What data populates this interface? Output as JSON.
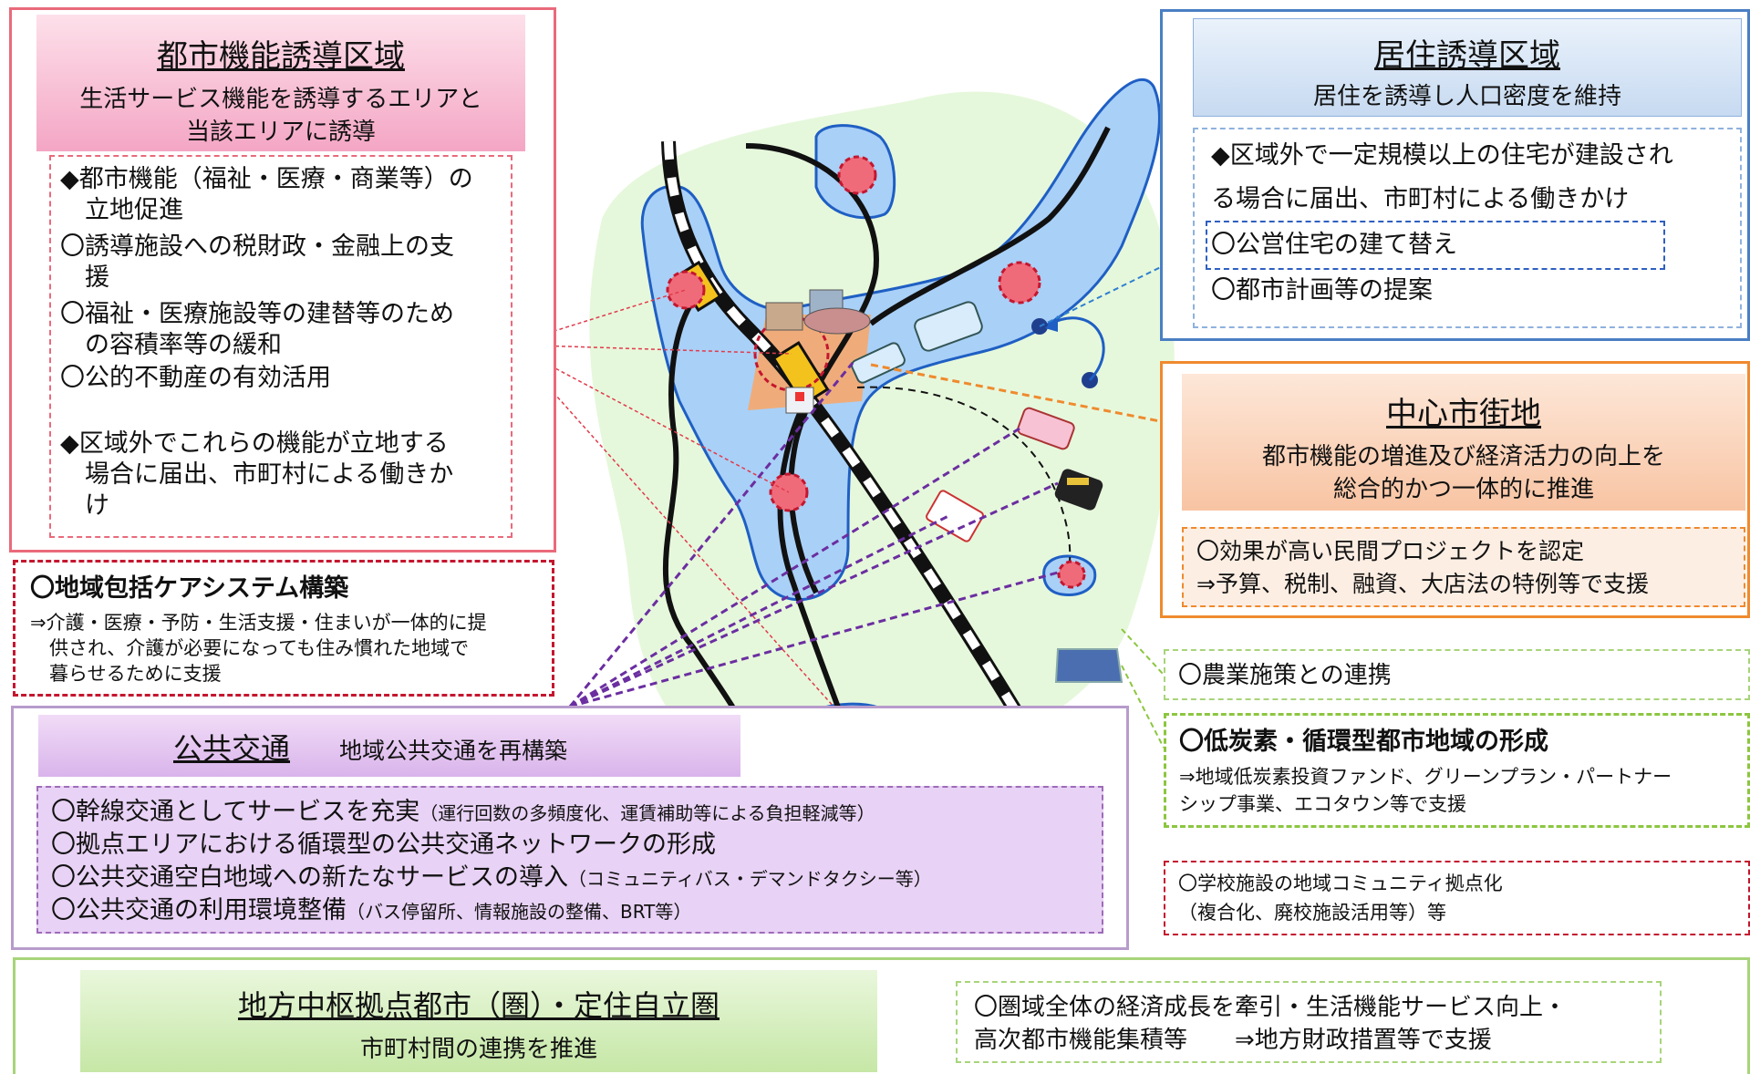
{
  "toshi": {
    "title": "都市機能誘導区域",
    "sub1": "生活サービス機能を誘導するエリアと",
    "sub2": "当該エリアに誘導",
    "items": [
      "◆都市機能（福祉・医療・商業等）の",
      "　立地促進",
      "〇誘導施設への税財政・金融上の支",
      "　援",
      "〇福祉・医療施設等の建替等のため",
      "　の容積率等の緩和",
      "〇公的不動産の有効活用",
      "◆区域外でこれらの機能が立地する",
      "　場合に届出、市町村による働きか",
      "　け"
    ]
  },
  "care": {
    "title": "〇地域包括ケアシステム構築",
    "lines": [
      "⇒介護・医療・予防・生活支援・住まいが一体的に提",
      "　供され、介護が必要になっても住み慣れた地域で",
      "　暮らせるために支援"
    ]
  },
  "kotsu": {
    "title": "公共交通",
    "sub": "地域公共交通を再構築",
    "items": [
      {
        "main": "〇幹線交通としてサービスを充実",
        "note": "（運行回数の多頻度化、運賃補助等による負担軽減等）"
      },
      {
        "main": "〇拠点エリアにおける循環型の公共交通ネットワークの形成",
        "note": ""
      },
      {
        "main": "〇公共交通空白地域への新たなサービスの導入",
        "note": "（コミュニティバス・デマンドタクシー等）"
      },
      {
        "main": "〇公共交通の利用環境整備",
        "note": "（バス停留所、情報施設の整備、BRT等）"
      }
    ]
  },
  "kyoju": {
    "title": "居住誘導区域",
    "sub": "居住を誘導し人口密度を維持",
    "items": [
      "◆区域外で一定規模以上の住宅が建設され",
      "る場合に届出、市町村による働きかけ",
      "〇公営住宅の建て替え",
      "〇都市計画等の提案"
    ]
  },
  "chushin": {
    "title": "中心市街地",
    "sub1": "都市機能の増進及び経済活力の向上を",
    "sub2": "総合的かつ一体的に推進",
    "items": [
      "〇効果が高い民間プロジェクトを認定",
      "⇒予算、税制、融資、大店法の特例等で支援"
    ]
  },
  "nogyo": "〇農業施策との連携",
  "teitanso": {
    "title": "〇低炭素・循環型都市地域の形成",
    "lines": [
      "⇒地域低炭素投資ファンド、グリーンプラン・パートナー",
      "シップ事業、エコタウン等で支援"
    ]
  },
  "gakko": {
    "lines": [
      "〇学校施設の地域コミュニティ拠点化",
      "（複合化、廃校施設活用等）等"
    ]
  },
  "chiho": {
    "title": "地方中枢拠点都市（圏）・定住自立圏",
    "sub": "市町村間の連携を推進",
    "line1": "〇圏域全体の経済成長を牽引・生活機能サービス向上・",
    "line2": "高次都市機能集積等　　⇒地方財政措置等で支援"
  },
  "colors": {
    "toshi": "#e96a7b",
    "kyoju": "#4a7fc3",
    "chushin": "#ef8a2e",
    "kotsu": "#9d6cb8",
    "green": "#8cc63f"
  }
}
